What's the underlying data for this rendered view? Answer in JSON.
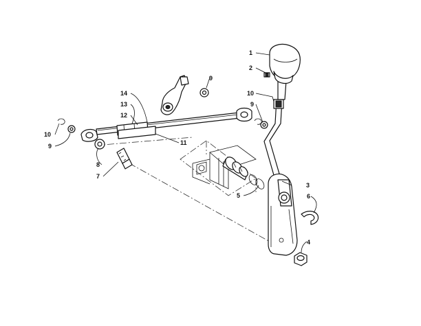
{
  "callouts": {
    "c1": "1",
    "c2": "2",
    "c3": "3",
    "c4": "4",
    "c5": "5",
    "c6": "6",
    "c7": "7",
    "c8": "8",
    "c9a": "9",
    "c9b": "9",
    "c9c": "9",
    "c10a": "10",
    "c10b": "10",
    "c11": "11",
    "c12": "12",
    "c13": "13",
    "c14": "14"
  }
}
